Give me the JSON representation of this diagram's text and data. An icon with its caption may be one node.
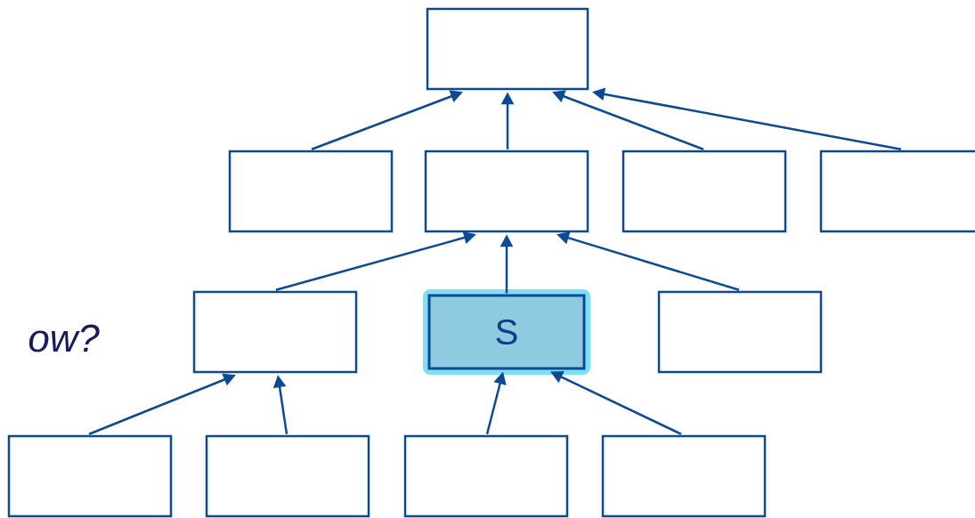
{
  "diagram": {
    "nodes": [
      {
        "text": [],
        "shape": "box"
      },
      {
        "text": [],
        "shape": "box"
      },
      {
        "text": [],
        "shape": "box"
      },
      {
        "text": [],
        "shape": "box"
      },
      {
        "text": [],
        "shape": "box"
      },
      {
        "text": [],
        "shape": "box"
      },
      {
        "text": [
          "S"
        ]
      },
      {
        "text": [],
        "shape": "box"
      },
      {
        "text": [],
        "shape": "box"
      },
      {
        "text": [],
        "shape": "box"
      },
      {
        "text": [],
        "shape": "box"
      },
      {
        "text": [],
        "shape": "box"
      }
    ],
    "edges": [
      {
        "from": 1,
        "to": 0,
        "arrow": "to"
      },
      {
        "from": 2,
        "to": 0,
        "arrow": "to"
      },
      {
        "from": 3,
        "to": 0,
        "arrow": "to"
      },
      {
        "from": 4,
        "to": 0,
        "arrow": "to"
      },
      {
        "from": 5,
        "to": 2,
        "arrow": "to"
      },
      {
        "from": 6,
        "to": 2,
        "arrow": "to"
      },
      {
        "from": 7,
        "to": 2,
        "arrow": "to"
      },
      {
        "from": 8,
        "to": 5,
        "arrow": "to"
      },
      {
        "from": 9,
        "to": 5,
        "arrow": "to"
      },
      {
        "from": 10,
        "to": 6,
        "arrow": "to"
      },
      {
        "from": 11,
        "to": 6,
        "arrow": "to"
      }
    ],
    "labels": [
      "ow?"
    ]
  }
}
